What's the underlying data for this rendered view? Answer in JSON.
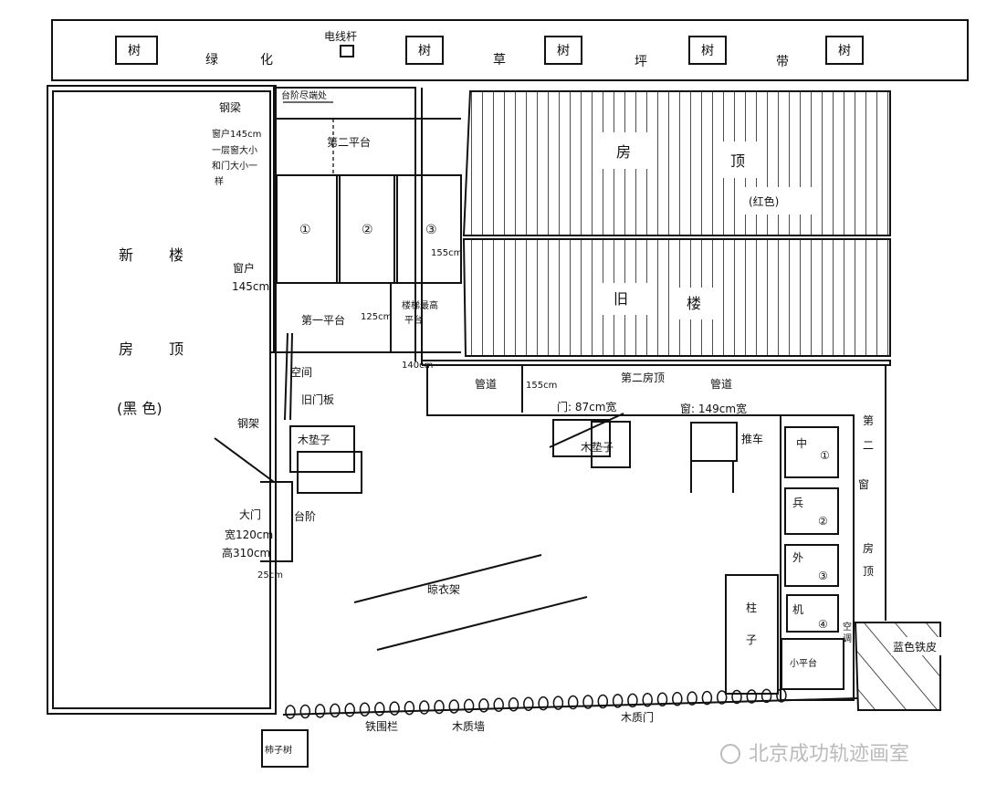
{
  "top_strip": {
    "tree": "树",
    "green1": "绿",
    "green2": "化",
    "grass1": "草",
    "grass2": "坪",
    "belt": "带",
    "pole": "电线杆"
  },
  "new_building": {
    "name1": "新",
    "name2": "楼",
    "roof1": "房",
    "roof2": "顶",
    "color": "(黑 色)",
    "steel_beam": "钢梁",
    "window_145": "窗户145cm",
    "first_floor_note_1": "一层窗大小",
    "first_floor_note_2": "和门大小一",
    "first_floor_note_3": "样",
    "window_label": "窗户",
    "window_size": "145cm",
    "steel_frame": "钢架",
    "gate": "大门",
    "gate_width": "宽120cm",
    "gate_height": "高310cm",
    "gap": "25cm"
  },
  "stairs_area": {
    "stair_top": "台阶尽端处",
    "second_platform": "第二平台",
    "rooms": [
      "①",
      "②",
      "③"
    ],
    "width_155": "155cm",
    "first_platform": "第一平台",
    "height_125": "125cm",
    "highest_1": "楼梯最高",
    "highest_2": "平台",
    "small_dim": "140cm",
    "gap": "空间",
    "old_door": "旧门板",
    "steps": "台阶"
  },
  "old_building": {
    "roof1": "房",
    "roof2": "顶",
    "color": "(红色)",
    "name1": "旧",
    "name2": "楼"
  },
  "yard": {
    "pipe1": "管道",
    "pipe2": "管道",
    "height_155": "155cm",
    "second_roof": "第二房顶",
    "door_width": "门: 87cm宽",
    "window_width": "窗: 149cm宽",
    "cushion1": "木垫子",
    "cushion2": "木垫子",
    "cart": "推车",
    "clothesline": "晾衣架",
    "pillar1": "柱",
    "pillar2": "子",
    "fence_iron": "铁围栏",
    "fence_wood": "木质墙",
    "wood_door": "木质门",
    "persimmon_tree": "柿子树"
  },
  "right_side": {
    "second_roof": [
      "第",
      "二",
      "窗",
      "房",
      "顶"
    ],
    "units": [
      {
        "char": "中",
        "num": "①"
      },
      {
        "char": "兵",
        "num": "②"
      },
      {
        "char": "外",
        "num": "③"
      },
      {
        "char": "机",
        "num": "④"
      }
    ],
    "ac1": "空",
    "ac2": "调",
    "small_platform": "小平台",
    "blue_sheet": "蓝色铁皮"
  },
  "watermark": "北京成功轨迹画室"
}
